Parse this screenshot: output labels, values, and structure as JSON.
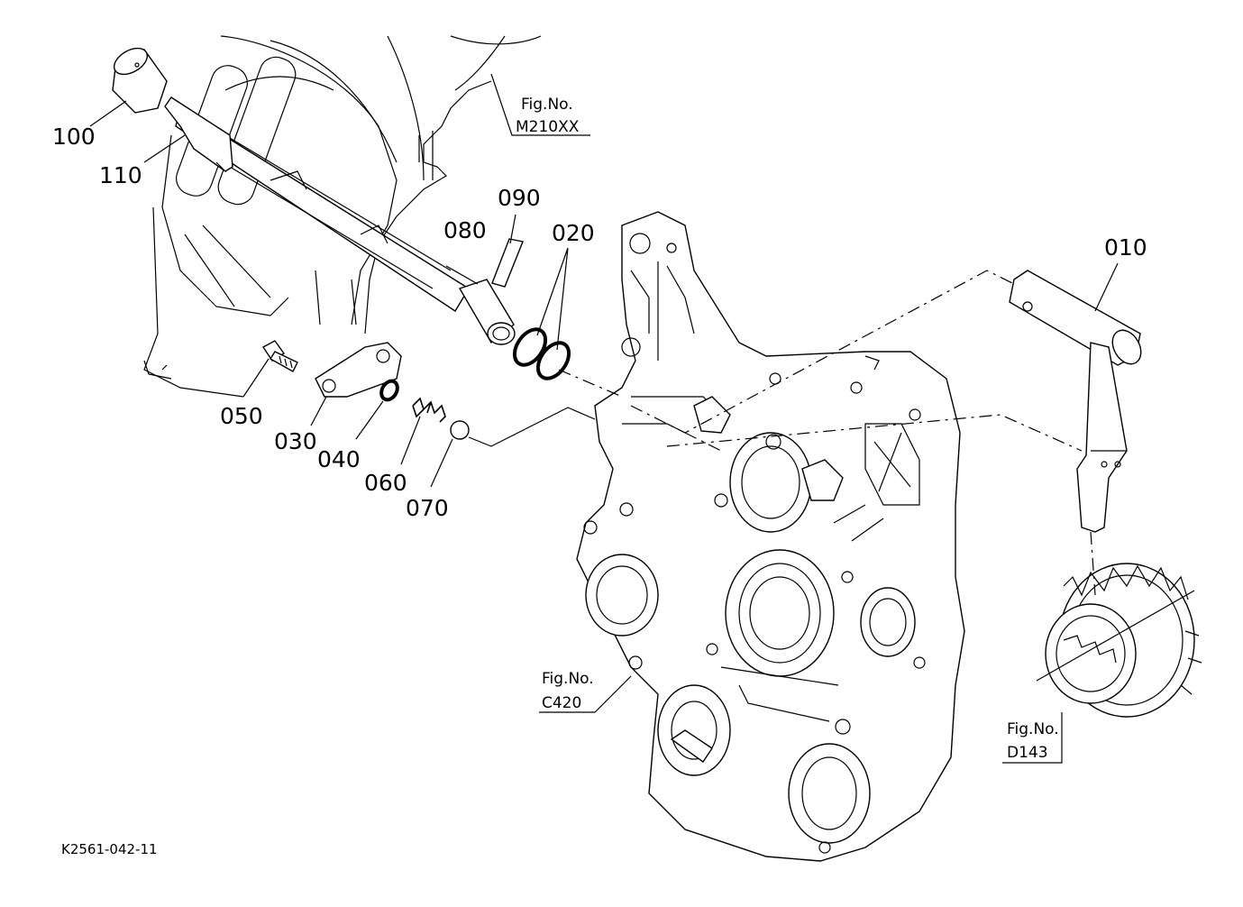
{
  "part_labels": {
    "p010": "010",
    "p020": "020",
    "p030": "030",
    "p040": "040",
    "p050": "050",
    "p060": "060",
    "p070": "070",
    "p080": "080",
    "p090": "090",
    "p100": "100",
    "p110": "110"
  },
  "figure_refs": {
    "m210": {
      "title": "Fig.No.",
      "code": "M210XX"
    },
    "c420": {
      "title": "Fig.No.",
      "code": "C420"
    },
    "d143": {
      "title": "Fig.No.",
      "code": "D143"
    }
  },
  "drawing_code": "K2561-042-11"
}
